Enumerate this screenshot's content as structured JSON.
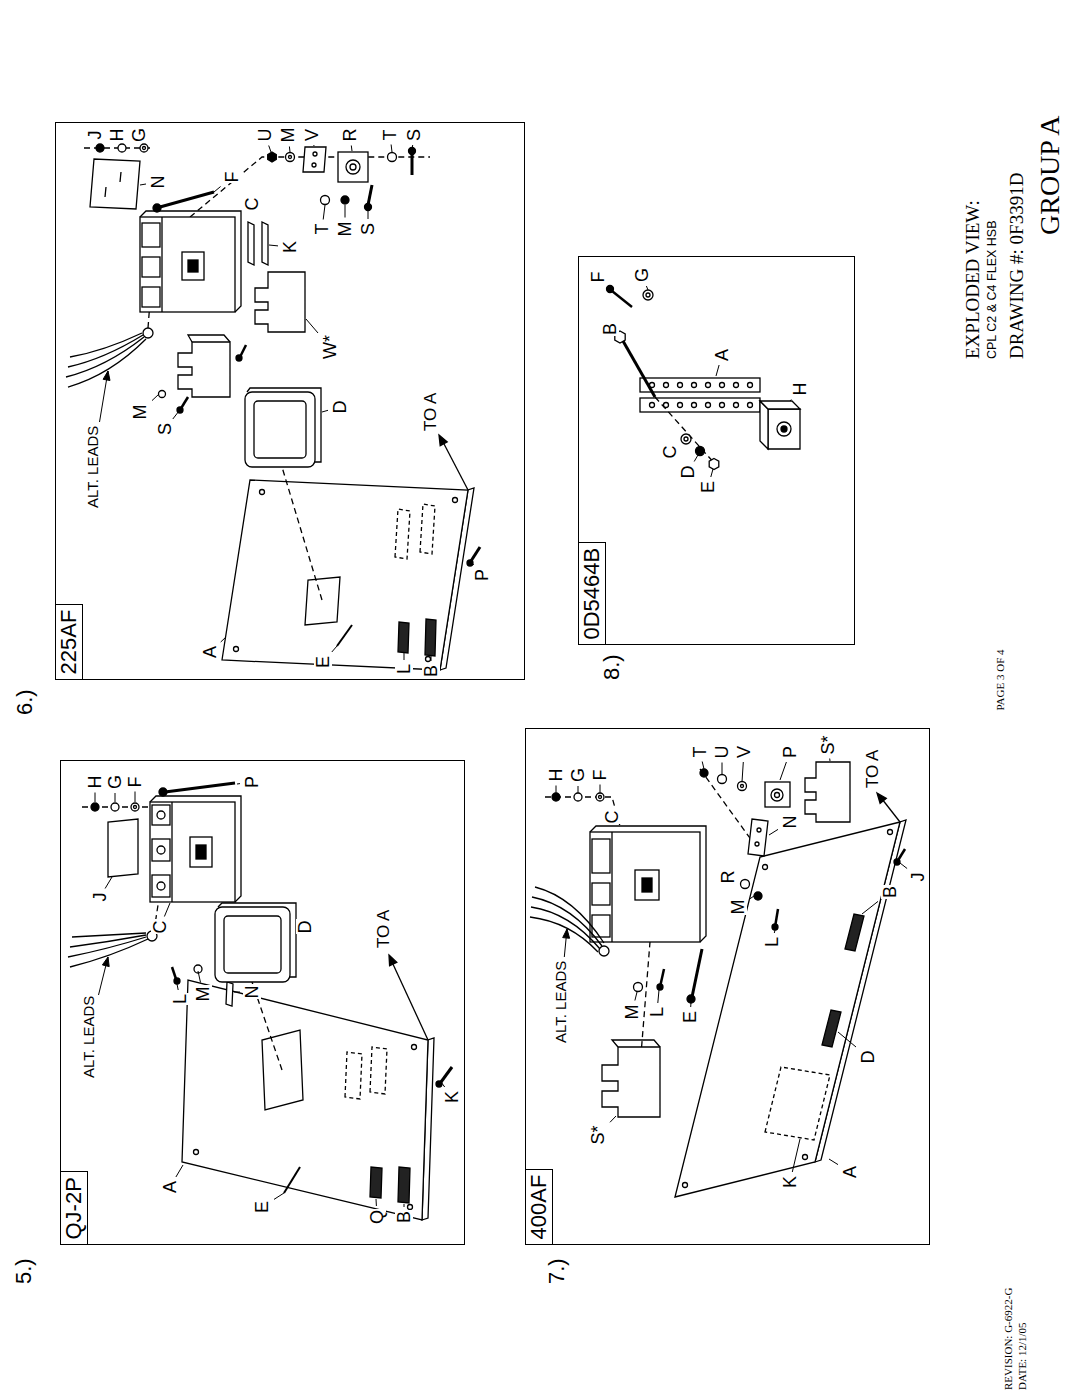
{
  "diagram": {
    "title": "GROUP A",
    "nodes": [
      {
        "text": [
          "5.)",
          "QJ-2P"
        ]
      },
      {
        "text": [
          "6.)",
          "225AF"
        ]
      },
      {
        "text": [
          "7.)",
          "400AF"
        ]
      },
      {
        "text": [
          "8.)",
          "0D5464B"
        ]
      }
    ],
    "labels": [
      "ALT. LEADS",
      "L",
      "M",
      "A",
      "E",
      "Q",
      "B",
      "K",
      "N",
      "D",
      "TO A",
      "C",
      "J",
      "P",
      "H",
      "G",
      "F",
      "ALT. LEADS",
      "M",
      "S",
      "W*",
      "D",
      "K",
      "F",
      "C",
      "N",
      "J",
      "H",
      "G",
      "U",
      "M",
      "V",
      "R",
      "T",
      "S",
      "T",
      "M",
      "S",
      "TO A",
      "A",
      "E",
      "L",
      "B",
      "P",
      "ALT. LEADS",
      "S*",
      "M",
      "L",
      "E",
      "K",
      "A",
      "D",
      "B",
      "J",
      "TO A",
      "C",
      "H",
      "G",
      "F",
      "T",
      "U",
      "V",
      "N",
      "R",
      "M",
      "L",
      "P",
      "S*",
      "B",
      "F",
      "G",
      "A",
      "C",
      "D",
      "E",
      "H",
      "EXPLODED VIEW:",
      "CPL C2 & C4 FLEX HSB",
      "DRAWING #: 0F3391D",
      "PAGE 3 OF 4",
      "REVISION: G-6922-G",
      "DATE: 12/1/05"
    ]
  }
}
